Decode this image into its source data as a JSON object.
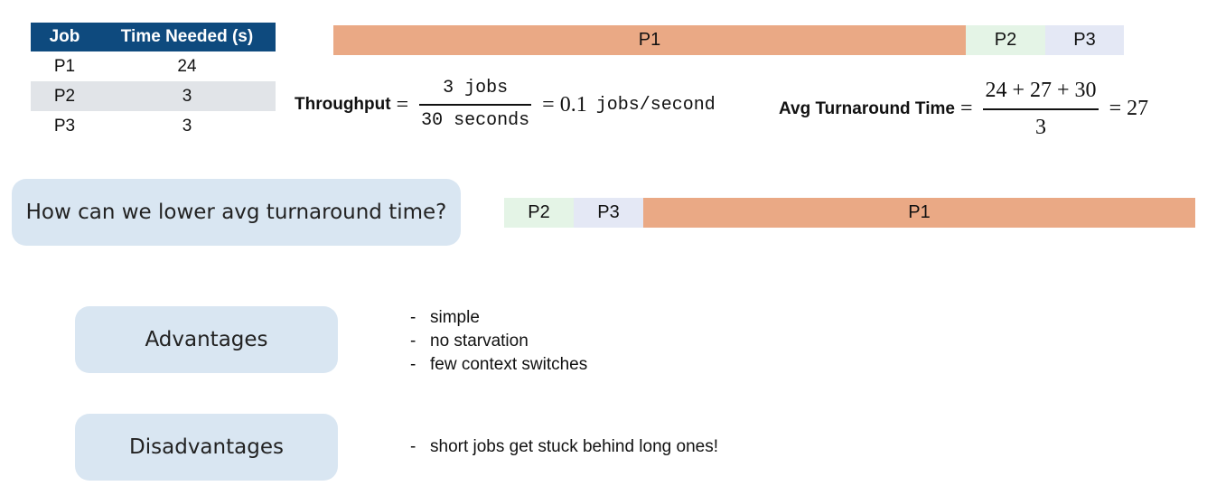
{
  "table": {
    "headers": [
      "Job",
      "Time Needed (s)"
    ],
    "rows": [
      {
        "job": "P1",
        "time": "24"
      },
      {
        "job": "P2",
        "time": "3"
      },
      {
        "job": "P3",
        "time": "3"
      }
    ]
  },
  "gantt_original": [
    {
      "label": "P1",
      "duration": 24,
      "color": "#eaa985"
    },
    {
      "label": "P2",
      "duration": 3,
      "color": "#e4f4e6"
    },
    {
      "label": "P3",
      "duration": 3,
      "color": "#e4e8f5"
    }
  ],
  "gantt_reordered": [
    {
      "label": "P2",
      "duration": 3,
      "color": "#e4f4e6"
    },
    {
      "label": "P3",
      "duration": 3,
      "color": "#e4e8f5"
    },
    {
      "label": "P1",
      "duration": 24,
      "color": "#eaa985"
    }
  ],
  "throughput": {
    "label": "Throughput",
    "numerator": "3 jobs",
    "denominator": "30 seconds",
    "result_value": "0.1",
    "result_unit": "jobs/second"
  },
  "turnaround": {
    "label": "Avg Turnaround Time",
    "numerator": "24 + 27 + 30",
    "denominator": "3",
    "result": "27"
  },
  "question": "How can we lower avg turnaround time?",
  "advantages": {
    "title": "Advantages",
    "items": [
      "simple",
      "no starvation",
      "few context switches"
    ]
  },
  "disadvantages": {
    "title": "Disadvantages",
    "items": [
      "short jobs get stuck behind long ones!"
    ]
  }
}
